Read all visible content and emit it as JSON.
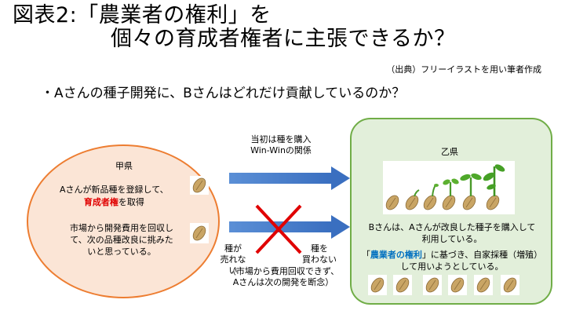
{
  "title": {
    "line1": "図表2:「農業者の権利」を",
    "line2": "個々の育成者権者に主張できるか？"
  },
  "source": "（出典）フリーイラストを用い筆者作成",
  "bullet": "・Aさんの種子開発に、Bさんはどれだけ貢献しているのか？",
  "kou": {
    "title": "甲県",
    "text1_before": "Aさんが新品種を登録して、",
    "text1_red": "育成者権",
    "text1_after": "を取得",
    "text2": "市場から開発費用を回収して、次の品種改良に挑みたいと思っている。"
  },
  "arrow_top_label": "当初は種を購入\nWin-Winの関係",
  "cross_left": "種が\n売れない",
  "cross_right": "種を\n買わない",
  "cross_note": "（市場から費用回収できず、\nAさんは次の開発を断念）",
  "otsu": {
    "title": "乙県",
    "text1": "Bさんは、Aさんが改良した種子を購入して利用している。",
    "text2_before": "「",
    "text2_blue": "農業者の権利",
    "text2_after": "」に基づき、自家採種（増殖）して用いようとしている。"
  },
  "colors": {
    "kou_fill": "#fbe5d6",
    "kou_border": "#ed7d31",
    "otsu_fill": "#e2efda",
    "otsu_border": "#70ad47",
    "arrow": "#4472c4",
    "cross": "#e00000",
    "seed": "#c09a58"
  }
}
